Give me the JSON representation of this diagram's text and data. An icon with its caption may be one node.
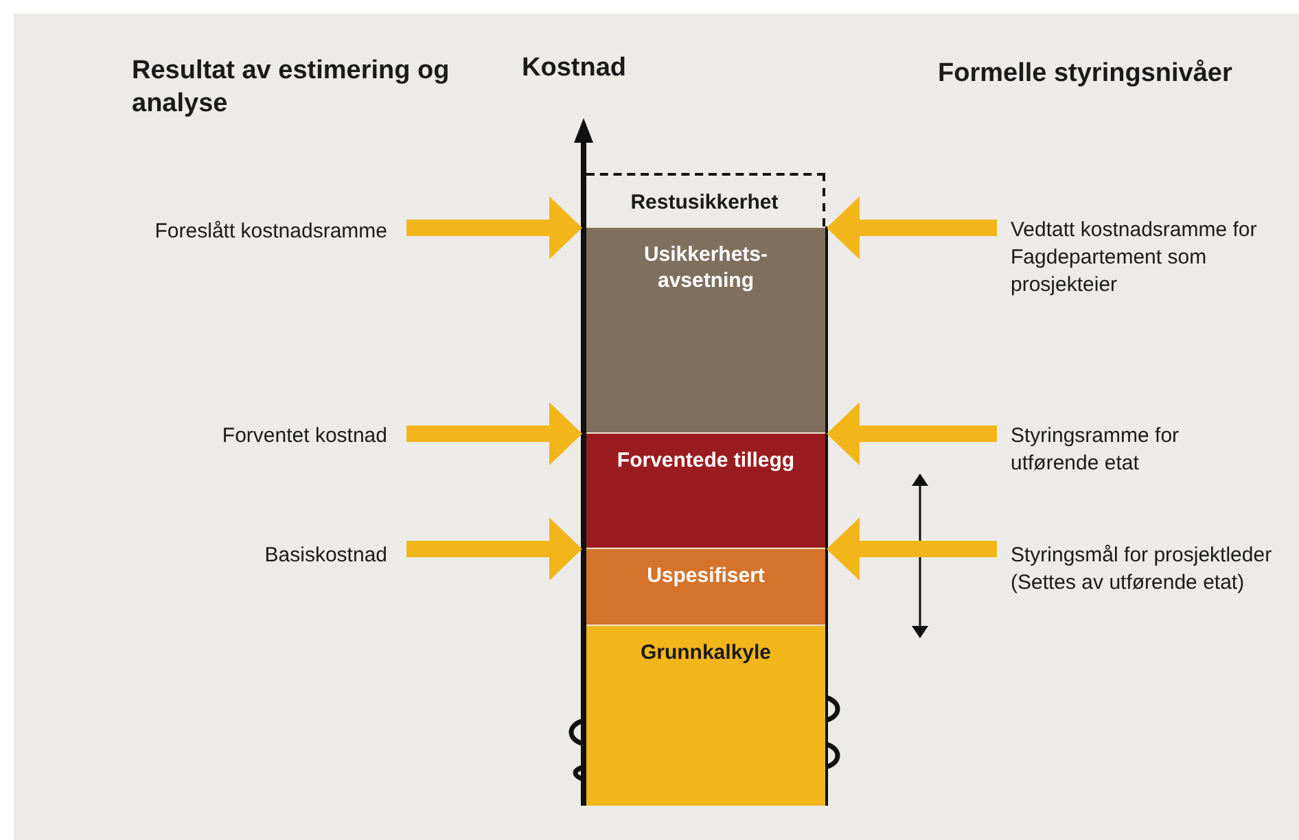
{
  "diagram": {
    "nodes": [
      {
        "text": [
          "Restusikkerhet"
        ]
      },
      {
        "text": [
          "Usikkerhets- avsetning"
        ]
      },
      {
        "text": [
          "Forventede tillegg"
        ]
      },
      {
        "text": [
          "Uspesifisert"
        ]
      },
      {
        "text": [
          "Grunnkalkyle"
        ]
      },
      {
        "text": [
          "Foreslått kostnadsramme"
        ]
      },
      {
        "text": [
          "Forventet kostnad"
        ]
      },
      {
        "text": [
          "Basiskostnad"
        ]
      },
      {
        "text": [
          "Vedtatt kostnadsramme for Fagdepartement som prosjekteier"
        ]
      },
      {
        "text": [
          "Styringsramme for utførende etat"
        ]
      },
      {
        "text": [
          "Styringsmål for prosjektleder (Settes av utførende etat)"
        ]
      }
    ],
    "edges": [
      {
        "from": 5,
        "to": 1,
        "arrow": "to"
      },
      {
        "from": 8,
        "to": 1,
        "arrow": "to"
      },
      {
        "from": 6,
        "to": 2,
        "arrow": "to"
      },
      {
        "from": 9,
        "to": 2,
        "arrow": "to"
      },
      {
        "from": 7,
        "to": 3,
        "arrow": "to"
      },
      {
        "from": 10,
        "to": 3,
        "arrow": "to"
      }
    ],
    "labels": [
      "Resultat av estimering og analyse",
      "Kostnad",
      "Formelle styringsnivåer"
    ]
  }
}
